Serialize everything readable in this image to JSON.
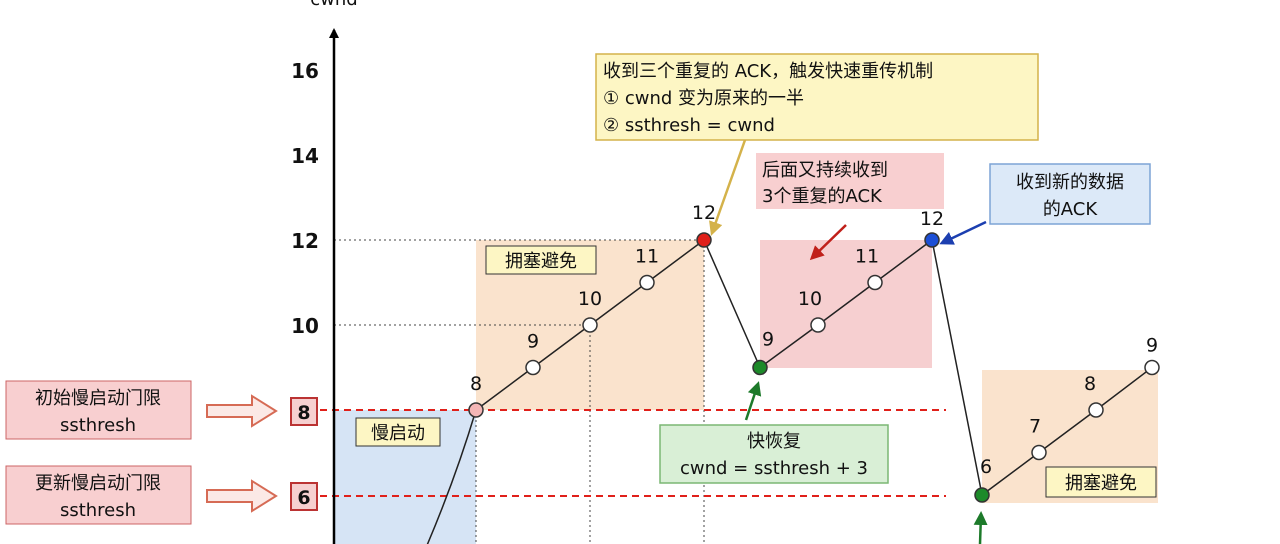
{
  "chart_data": {
    "type": "line",
    "ylabel": "cwnd",
    "y_ticks": [
      "16",
      "14",
      "12",
      "10"
    ],
    "series": [
      {
        "points": [
          {
            "y": 8,
            "label": "8",
            "color": "#f4b6b6"
          },
          {
            "y": 9,
            "label": "9",
            "color": "#ffffff"
          },
          {
            "y": 10,
            "label": "10",
            "color": "#ffffff"
          },
          {
            "y": 11,
            "label": "11",
            "color": "#ffffff"
          },
          {
            "y": 12,
            "label": "12",
            "color": "#e0201a"
          },
          {
            "y": 9,
            "label": "9",
            "color": "#1d8a2a"
          },
          {
            "y": 10,
            "label": "10",
            "color": "#ffffff"
          },
          {
            "y": 11,
            "label": "11",
            "color": "#ffffff"
          },
          {
            "y": 12,
            "label": "12",
            "color": "#1c4fd6"
          },
          {
            "y": 6,
            "label": "6",
            "color": "#1d8a2a"
          },
          {
            "y": 7,
            "label": "7",
            "color": "#ffffff"
          },
          {
            "y": 8,
            "label": "8",
            "color": "#ffffff"
          },
          {
            "y": 9,
            "label": "9",
            "color": "#ffffff"
          }
        ]
      }
    ],
    "thresholds": [
      {
        "value": 8,
        "label": "8"
      },
      {
        "value": 6,
        "label": "6"
      }
    ]
  },
  "annotations": {
    "initial_ssthresh": {
      "line1": "初始慢启动门限",
      "line2": "ssthresh"
    },
    "updated_ssthresh": {
      "line1": "更新慢启动门限",
      "line2": "ssthresh"
    },
    "slow_start": "慢启动",
    "congestion_avoidance_1": "拥塞避免",
    "congestion_avoidance_2": "拥塞避免",
    "triple_ack": {
      "line1": "收到三个重复的 ACK，触发快速重传机制",
      "line2": "① cwnd 变为原来的一半",
      "line3": "② ssthresh = cwnd"
    },
    "more_dup_acks": {
      "line1": "后面又持续收到",
      "line2": "3个重复的ACK"
    },
    "new_data_ack": {
      "line1": "收到新的数据",
      "line2": "的ACK"
    },
    "fast_recovery": {
      "line1": "快恢复",
      "line2": "cwnd = ssthresh + 3"
    }
  },
  "colors": {
    "slow_start_region": "#d6e4f5",
    "avoidance_region": "#fae3cd",
    "recovery_region": "#f6cfd0",
    "threshold_line": "#e0201a",
    "yellow_box": "#fdf6c4",
    "pink_box": "#f8cfd0",
    "blue_box": "#dce9f8",
    "green_box": "#d9efd6"
  }
}
